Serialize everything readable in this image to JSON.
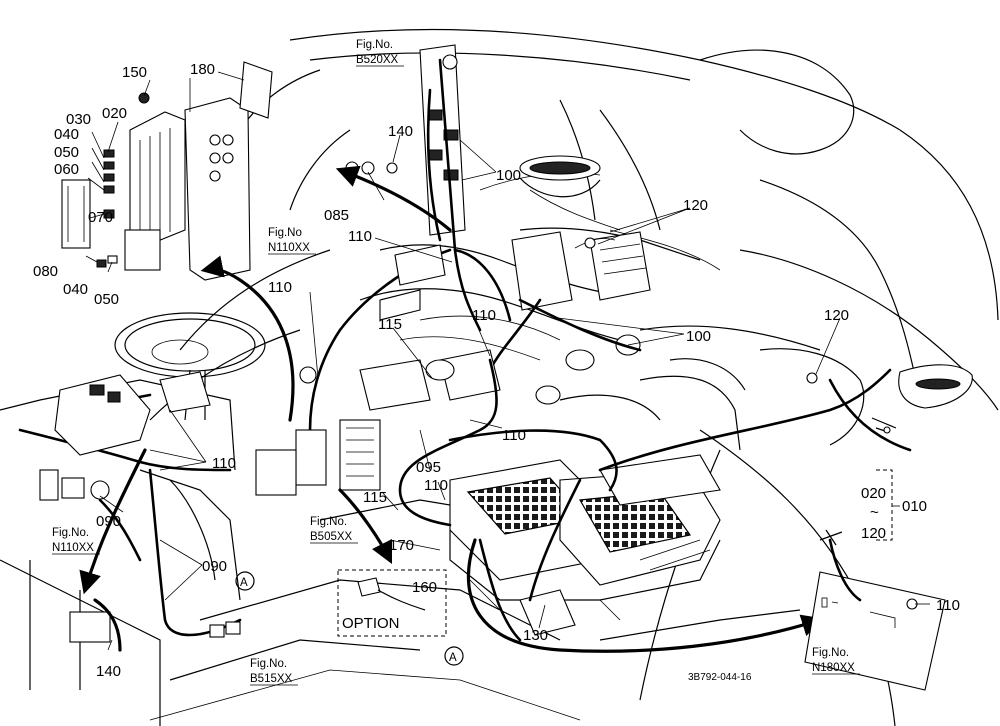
{
  "part_numbers": {
    "p150": "150",
    "p180": "180",
    "p020_top": "020",
    "p030": "030",
    "p040_top": "040",
    "p050_top": "050",
    "p060": "060",
    "p070": "070",
    "p080": "080",
    "p040_bot": "040",
    "p050_bot": "050",
    "p140_top": "140",
    "p085": "085",
    "p110_a": "110",
    "p100_a": "100",
    "p120_a": "120",
    "p110_b": "110",
    "p115_a": "115",
    "p110_c": "110",
    "p100_b": "100",
    "p120_b": "120",
    "p110_d": "110",
    "p110_e": "110",
    "p095": "095",
    "p115_b": "115",
    "p110_f": "110",
    "p090_a": "090",
    "p090_b": "090",
    "p170": "170",
    "p160": "160",
    "p130": "130",
    "p140_bot": "140",
    "p110_g": "110",
    "p020_range": "020",
    "p120_range": "120",
    "p010": "010",
    "tilde": "~"
  },
  "figure_refs": {
    "b520_label": "Fig.No.",
    "b520_code": "B520XX",
    "n110_top_label": "Fig.No",
    "n110_top_code": "N110XX",
    "b505_label": "Fig.No.",
    "b505_code": "B505XX",
    "n110_left_label": "Fig.No.",
    "n110_left_code": "N110XX",
    "b515_label": "Fig.No.",
    "b515_code": "B515XX",
    "n180_label": "Fig.No.",
    "n180_code": "N180XX"
  },
  "option_box": {
    "label": "OPTION"
  },
  "markers": {
    "a1": "A",
    "a2": "A"
  },
  "drawing_code": "3B792-044-16"
}
